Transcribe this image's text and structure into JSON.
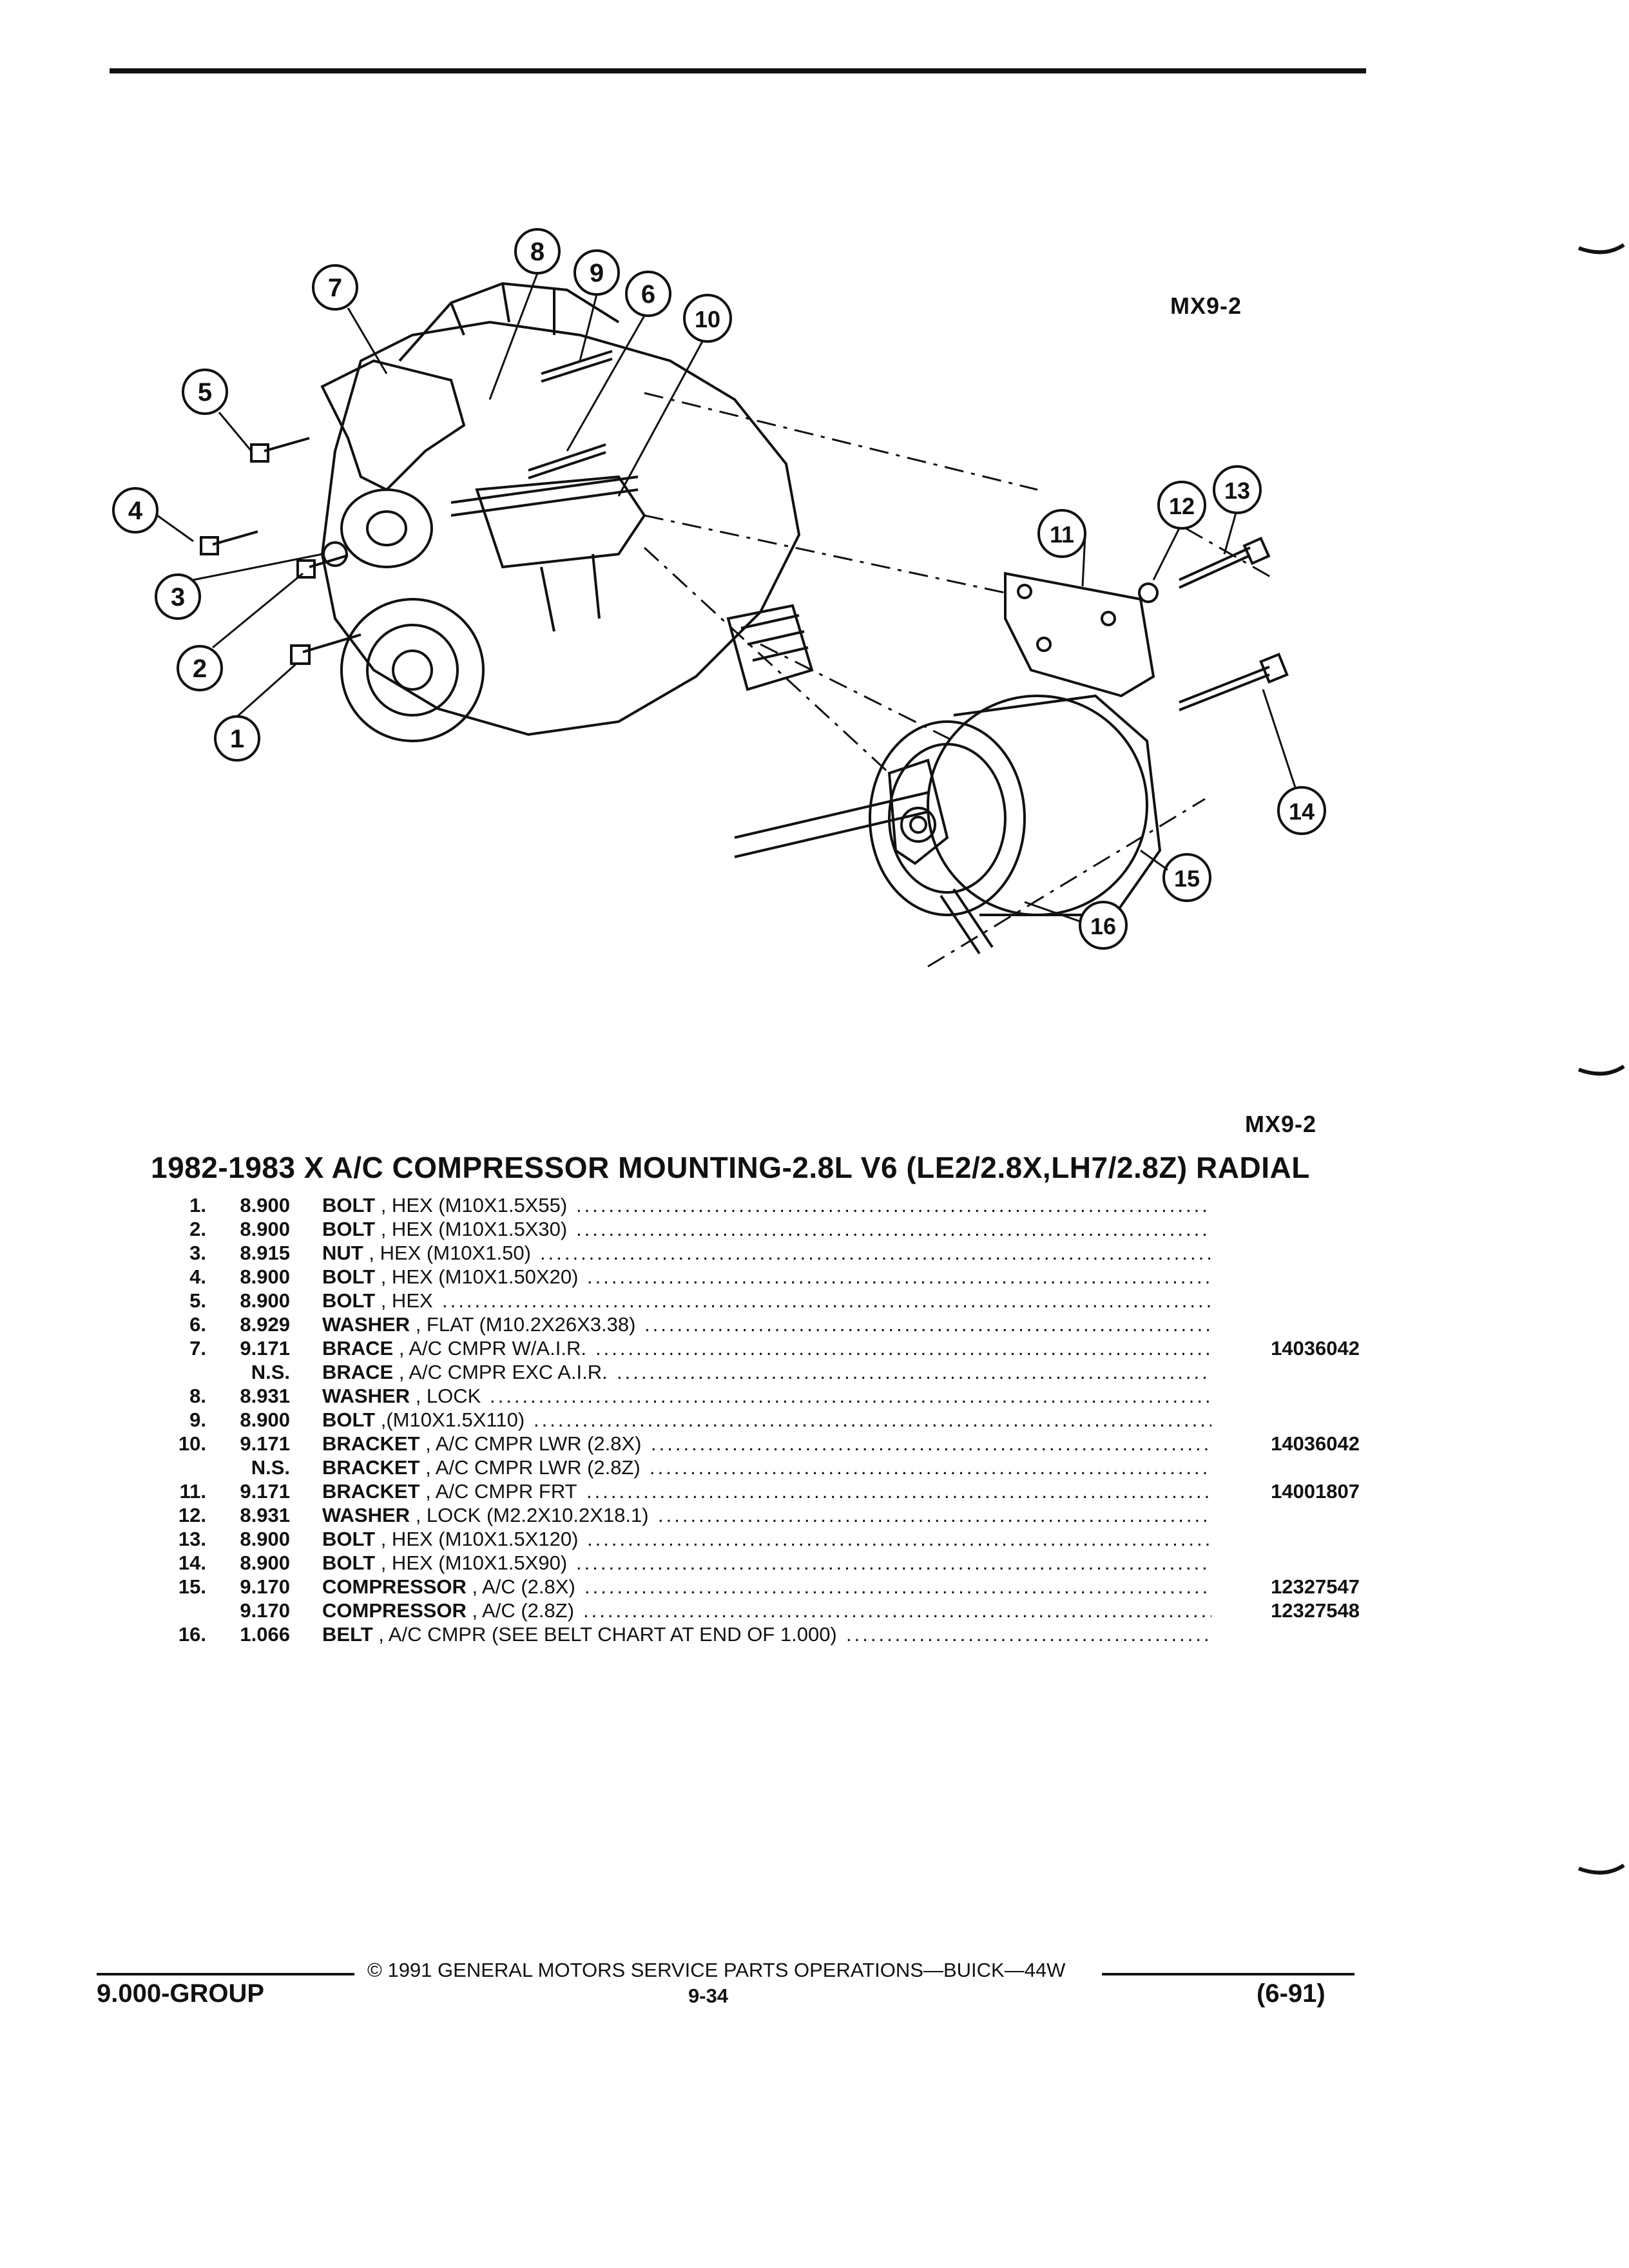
{
  "figure": {
    "label_top": "MX9-2",
    "label_bottom": "MX9-2",
    "callouts": [
      "1",
      "2",
      "3",
      "4",
      "5",
      "6",
      "7",
      "8",
      "9",
      "10",
      "11",
      "12",
      "13",
      "14",
      "15",
      "16"
    ]
  },
  "title": "1982-1983 X A/C COMPRESSOR MOUNTING-2.8L V6 (LE2/2.8X,LH7/2.8Z) RADIAL",
  "parts": [
    {
      "num": "1.",
      "group": "8.900",
      "name": "BOLT",
      "spec": ", HEX (M10X1.5X55)",
      "part": ""
    },
    {
      "num": "2.",
      "group": "8.900",
      "name": "BOLT",
      "spec": ", HEX (M10X1.5X30)",
      "part": ""
    },
    {
      "num": "3.",
      "group": "8.915",
      "name": "NUT",
      "spec": ", HEX (M10X1.50)",
      "part": ""
    },
    {
      "num": "4.",
      "group": "8.900",
      "name": "BOLT",
      "spec": ", HEX (M10X1.50X20)",
      "part": ""
    },
    {
      "num": "5.",
      "group": "8.900",
      "name": "BOLT",
      "spec": ", HEX",
      "part": ""
    },
    {
      "num": "6.",
      "group": "8.929",
      "name": "WASHER",
      "spec": ", FLAT (M10.2X26X3.38)",
      "part": ""
    },
    {
      "num": "7.",
      "group": "9.171",
      "name": "BRACE",
      "spec": ", A/C CMPR W/A.I.R.",
      "part": "14036042"
    },
    {
      "num": "",
      "group": "N.S.",
      "name": "BRACE",
      "spec": ", A/C CMPR EXC A.I.R.",
      "part": ""
    },
    {
      "num": "8.",
      "group": "8.931",
      "name": "WASHER",
      "spec": ", LOCK",
      "part": ""
    },
    {
      "num": "9.",
      "group": "8.900",
      "name": "BOLT",
      "spec": ",(M10X1.5X110)",
      "part": ""
    },
    {
      "num": "10.",
      "group": "9.171",
      "name": "BRACKET",
      "spec": ", A/C CMPR LWR (2.8X)",
      "part": "14036042"
    },
    {
      "num": "",
      "group": "N.S.",
      "name": "BRACKET",
      "spec": ", A/C CMPR LWR (2.8Z)",
      "part": ""
    },
    {
      "num": "11.",
      "group": "9.171",
      "name": "BRACKET",
      "spec": ", A/C CMPR FRT",
      "part": "14001807"
    },
    {
      "num": "12.",
      "group": "8.931",
      "name": "WASHER",
      "spec": ", LOCK (M2.2X10.2X18.1)",
      "part": ""
    },
    {
      "num": "13.",
      "group": "8.900",
      "name": "BOLT",
      "spec": ", HEX (M10X1.5X120)",
      "part": ""
    },
    {
      "num": "14.",
      "group": "8.900",
      "name": "BOLT",
      "spec": ", HEX (M10X1.5X90)",
      "part": ""
    },
    {
      "num": "15.",
      "group": "9.170",
      "name": "COMPRESSOR",
      "spec": ", A/C (2.8X)",
      "part": "12327547"
    },
    {
      "num": "",
      "group": "9.170",
      "name": "COMPRESSOR",
      "spec": ", A/C (2.8Z)",
      "part": "12327548"
    },
    {
      "num": "16.",
      "group": "1.066",
      "name": "BELT",
      "spec": ", A/C CMPR (SEE BELT CHART AT END OF 1.000)",
      "part": ""
    }
  ],
  "footer": {
    "copyright": "© 1991 GENERAL MOTORS SERVICE PARTS OPERATIONS—BUICK—44W",
    "group": "9.000-GROUP",
    "page": "9-34",
    "date": "(6-91)"
  }
}
